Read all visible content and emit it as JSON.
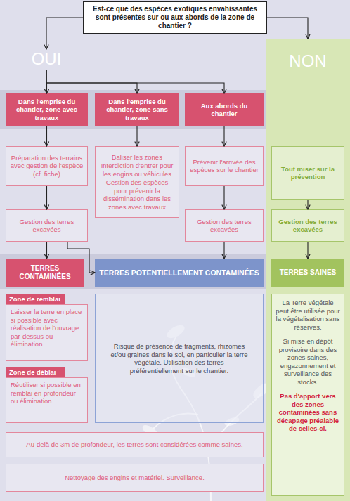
{
  "diagram": {
    "nodes": [
      {
        "text": [
          "Est-ce que des espèces exotiques envahissantes sont présentes sur ou aux abords de la zone de chantier ?"
        ]
      },
      {
        "text": [
          "OUI"
        ]
      },
      {
        "text": [
          "NON"
        ]
      },
      {
        "text": [
          "Dans l'emprise du chantier, zone avec travaux"
        ]
      },
      {
        "text": [
          "Dans l'emprise du chantier, zone sans travaux"
        ]
      },
      {
        "text": [
          "Aux abords du chantier"
        ]
      },
      {
        "text": [
          "Préparation des terrains avec gestion de l'espèce (cf. fiche)"
        ]
      },
      {
        "text": [
          "Baliser les zones",
          "Interdiction d'entrer pour les engins ou véhicules",
          "Gestion des espèces pour prévenir la dissémination dans les zones avec travaux"
        ]
      },
      {
        "text": [
          "Prévenir l'arrivée des espèces sur le chantier"
        ]
      },
      {
        "text": [
          "Tout miser sur la prévention"
        ],
        "in": 2
      },
      {
        "text": [
          "Gestion des terres excavées"
        ]
      },
      {
        "text": [
          "Gestion des terres excavées"
        ]
      },
      {
        "text": [
          "Gestion des terres excavées"
        ],
        "in": 2
      },
      {
        "text": [
          "TERRES CONTAMINÉES"
        ]
      },
      {
        "text": [
          "TERRES POTENTIELLEMENT CONTAMINÉES"
        ]
      },
      {
        "text": [
          "TERRES SAINES"
        ],
        "in": 2
      },
      {
        "text": [
          "Zone de remblai",
          "Laisser la terre en place si possible avec réalisation de l'ouvrage par-dessus ou élimination."
        ]
      },
      {
        "text": [
          "Zone de déblai",
          "Réutiliser si possible en remblai en profondeur ou élimination."
        ]
      },
      {
        "text": [
          "Risque de présence de fragments, rhizomes et/ou graines dans le sol, en particulier la terre végétale. Utilisation des terres préférentiellement sur le chantier."
        ]
      },
      {
        "text": [
          "La Terre végétale peut être utilisée pour la végétalisation sans réserves.",
          "Si mise en dépôt provisoire dans des zones saines, engazonnement et surveillance des stocks.",
          "Pas d'apport vers des zones contaminées sans décapage préalable de celles-ci."
        ],
        "in": 2
      },
      {
        "text": [
          "Au-delà de 3m de profondeur, les terres sont considérées comme saines."
        ]
      },
      {
        "text": [
          "Nettoyage des engins et matériel. Surveillance."
        ]
      }
    ],
    "edges": [
      {
        "from": 0,
        "to": 1,
        "arrow": "to"
      },
      {
        "from": 0,
        "to": 2,
        "arrow": "to"
      },
      {
        "from": 1,
        "to": 3,
        "arrow": "to"
      },
      {
        "from": 1,
        "to": 4,
        "arrow": "to"
      },
      {
        "from": 1,
        "to": 5,
        "arrow": "to"
      },
      {
        "from": 3,
        "to": 6,
        "arrow": "to"
      },
      {
        "from": 4,
        "to": 7,
        "arrow": "to"
      },
      {
        "from": 5,
        "to": 8,
        "arrow": "to"
      },
      {
        "from": 9,
        "to": 12,
        "arrow": "to"
      },
      {
        "from": 6,
        "to": 10,
        "arrow": "to"
      },
      {
        "from": 8,
        "to": 11,
        "arrow": "to"
      },
      {
        "from": 10,
        "to": 13,
        "arrow": "to"
      },
      {
        "from": 10,
        "to": 14,
        "arrow": "to"
      },
      {
        "from": 11,
        "to": 14,
        "arrow": "to"
      },
      {
        "from": 12,
        "to": 15,
        "arrow": "to"
      }
    ]
  }
}
